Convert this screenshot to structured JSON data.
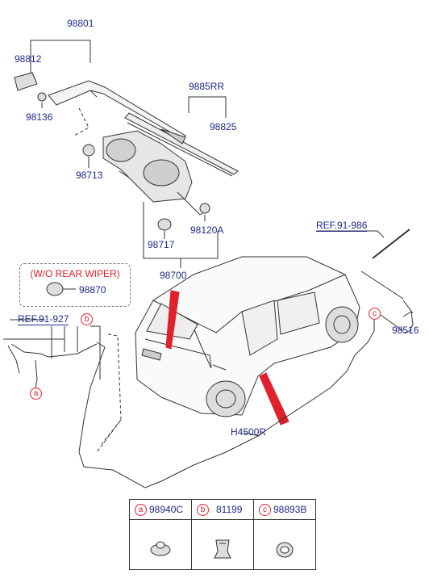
{
  "parts": {
    "p98801": "98801",
    "p98812": "98812",
    "p98136": "98136",
    "p9885RR": "9885RR",
    "p98825": "98825",
    "p98713": "98713",
    "p98717": "98717",
    "p98120A": "98120A",
    "p98700": "98700",
    "p98870": "98870",
    "p98516": "98516",
    "pH4500R": "H4500R"
  },
  "refs": {
    "ref_upper": "REF.91-986",
    "ref_left": "REF.91-927"
  },
  "wo_box": {
    "title": "(W/O REAR WIPER)"
  },
  "markers": {
    "a": "a",
    "b": "b",
    "c": "c"
  },
  "legend": [
    {
      "marker": "a",
      "code": "98940C"
    },
    {
      "marker": "b",
      "code": "81199"
    },
    {
      "marker": "c",
      "code": "98893B"
    }
  ],
  "colors": {
    "label": "#1f2a8a",
    "marker": "#e0202a",
    "line": "#333333"
  }
}
